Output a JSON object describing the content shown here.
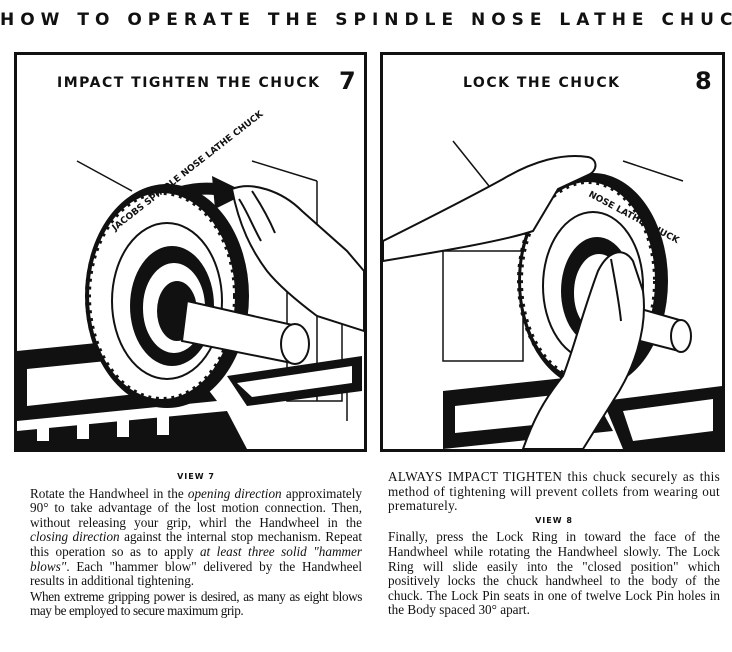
{
  "title": "HOW TO OPERATE THE SPINDLE NOSE LATHE CHUCK",
  "panels": [
    {
      "title": "IMPACT TIGHTEN THE CHUCK",
      "number": "7",
      "chuck_lettering": "JACOBS SPINDLE NOSE LATHE CHUCK"
    },
    {
      "title": "LOCK THE CHUCK",
      "number": "8",
      "chuck_lettering": "NOSE LATHE CHUCK"
    }
  ],
  "view7": {
    "label": "VIEW 7",
    "p1_a": "Rotate the Handwheel in the ",
    "p1_b": "opening direction",
    "p1_c": " approximately 90° to take advantage of the lost motion connection. Then, without releasing your grip, whirl the Handwheel in the ",
    "p1_d": "closing direction",
    "p1_e": " against the internal stop mechanism. Repeat this operation so as to apply ",
    "p1_f": "at least three solid \"hammer blows\"",
    "p1_g": ". Each \"hammer blow\" delivered by the Handwheel results in additional tightening.",
    "p2": "When extreme gripping power is desired, as many as eight blows may be employed to secure maximum grip."
  },
  "view8": {
    "intro": "ALWAYS IMPACT TIGHTEN this chuck securely as this method of tightening will prevent collets from wearing out prematurely.",
    "label": "VIEW 8",
    "body": "Finally, press the Lock Ring in toward the face of the Handwheel while rotating the Handwheel slowly. The Lock Ring will slide easily into the \"closed position\" which positively locks the chuck handwheel to the body of the chuck. The Lock Pin seats in one of twelve Lock Pin holes in the Body spaced 30° apart."
  }
}
